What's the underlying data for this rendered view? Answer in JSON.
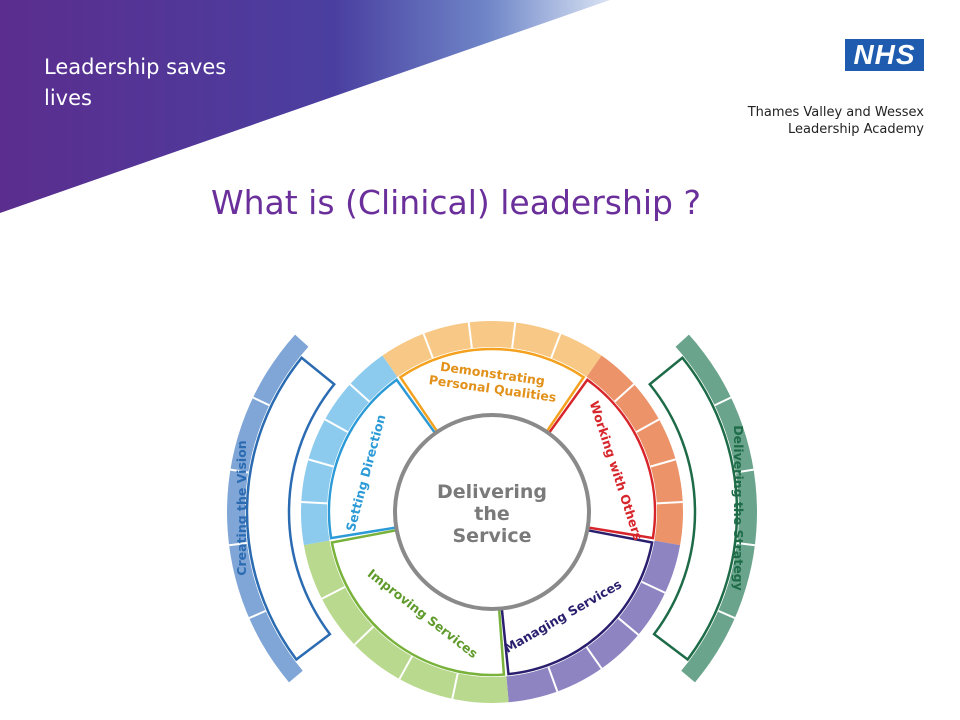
{
  "slide": {
    "tagline": "Leadership saves lives",
    "title": "What is (Clinical) leadership ?"
  },
  "logo": {
    "text": "NHS",
    "color": "#1f5cb0"
  },
  "organisation": {
    "line1": "Thames Valley and Wessex",
    "line2": "Leadership Academy"
  },
  "colors": {
    "banner": "#5b2d8e",
    "title": "#6a2f9a"
  },
  "diagram": {
    "center": "Delivering the Service",
    "center_lines": [
      "Delivering",
      "the",
      "Service"
    ],
    "segments": [
      {
        "label": "Setting Direction",
        "color": "#2b9ad6",
        "light": "#8ccbed"
      },
      {
        "label": "Demonstrating Personal Qualities",
        "line1": "Demonstrating",
        "line2": "Personal Qualities",
        "color": "#f4a11d",
        "light": "#f8c986"
      },
      {
        "label": "Working with Others",
        "color": "#d7262b",
        "light": "#ec9369"
      },
      {
        "label": "Managing Services",
        "color": "#2a1f6e",
        "light": "#8f84c2"
      },
      {
        "label": "Improving Services",
        "color": "#79b23b",
        "light": "#b9d98e"
      }
    ],
    "outer_left": {
      "label": "Creating the Vision",
      "color": "#2b6bb2",
      "light": "#7fa6d6"
    },
    "outer_right": {
      "label": "Delivering the Strategy",
      "color": "#1e6b48",
      "light": "#6aa48c"
    }
  }
}
